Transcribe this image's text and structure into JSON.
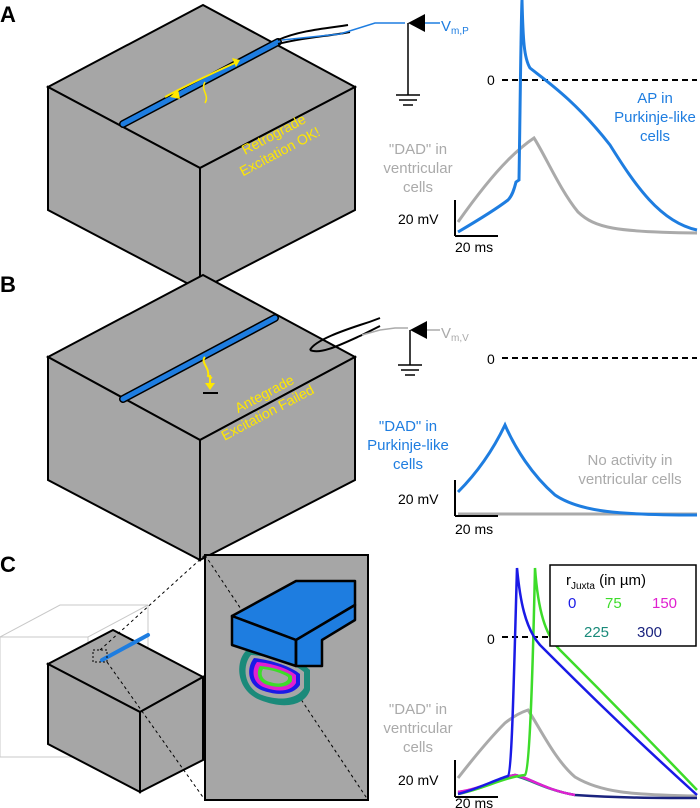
{
  "panels": [
    {
      "id": "A",
      "label": "A",
      "electrode_label": "V",
      "electrode_sub": "m,P",
      "cube_text": [
        "Retrograde",
        "Excitation OK!"
      ],
      "zero_label": "0",
      "blue_trace_label": [
        "AP in",
        "Purkinje-like",
        "cells"
      ],
      "grey_trace_label": [
        "\"DAD\" in",
        "ventricular",
        "cells"
      ],
      "scale_y": "20 mV",
      "scale_x": "20 ms"
    },
    {
      "id": "B",
      "label": "B",
      "electrode_label": "V",
      "electrode_sub": "m,V",
      "cube_text": [
        "Antegrade",
        "Excitation Failed"
      ],
      "zero_label": "0",
      "blue_trace_label": [
        "\"DAD\" in",
        "Purkinje-like",
        "cells"
      ],
      "grey_trace_label": [
        "No activity in",
        "ventricular cells"
      ],
      "scale_y": "20 mV",
      "scale_x": "20 ms"
    },
    {
      "id": "C",
      "label": "C",
      "zero_label": "0",
      "grey_trace_label": [
        "\"DAD\" in",
        "ventricular",
        "cells"
      ],
      "scale_y": "20 mV",
      "scale_x": "20 ms",
      "legend": {
        "title": "r",
        "title_sub": "Juxta",
        "title_unit": " (in µm)",
        "items": [
          {
            "value": "0",
            "color": "#1a1ae6"
          },
          {
            "value": "75",
            "color": "#3ddc2a"
          },
          {
            "value": "150",
            "color": "#e020d0"
          },
          {
            "value": "225",
            "color": "#1a8a7a"
          },
          {
            "value": "300",
            "color": "#1a237e"
          }
        ]
      }
    }
  ],
  "colors": {
    "cube_front": "#a9a9a9",
    "cube_top": "#a6a6a6",
    "cube_side": "#9e9e9e",
    "fiber": "#1e7de0",
    "annotation": "#ffe800",
    "grey_trace": "#aaaaaa",
    "blue_trace": "#1e7de0"
  }
}
